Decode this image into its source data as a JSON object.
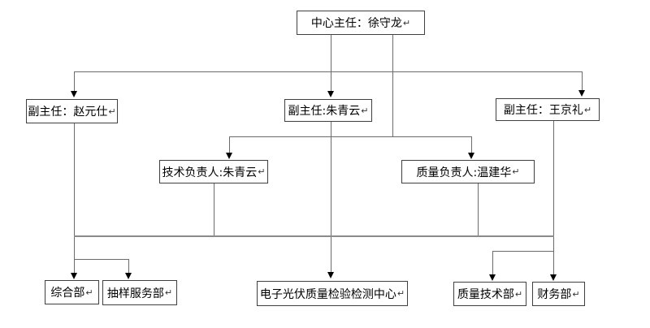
{
  "diagram": {
    "type": "org-chart",
    "background": "#ffffff",
    "colors": {
      "line": "#6b6b6b",
      "bus_line": "#8a8a8a",
      "arrowhead": "#000000",
      "box_border": "#3f3f3f",
      "text": "#000000"
    },
    "marks": {
      "return": "↵"
    },
    "nodes": {
      "director": {
        "label": "中心主任：徐守龙"
      },
      "deputy_zhao": {
        "label": "副主任：赵元仕"
      },
      "deputy_zhu": {
        "label": "副主任:朱青云"
      },
      "deputy_wang": {
        "label": "副主任：王京礼"
      },
      "tech_lead": {
        "label": "技术负责人:朱青云"
      },
      "quality_lead": {
        "label": "质量负责人:温建华"
      },
      "general_dept": {
        "label": "综合部"
      },
      "sampling_dept": {
        "label": "抽样服务部"
      },
      "testing_center": {
        "label": "电子光伏质量检验检测中心"
      },
      "quality_tech_dept": {
        "label": "质量技术部"
      },
      "finance_dept": {
        "label": "财务部"
      }
    },
    "edges": [
      {
        "from": "中心主任：徐守龙",
        "to": "副主任：赵元仕"
      },
      {
        "from": "中心主任：徐守龙",
        "to": "副主任:朱青云"
      },
      {
        "from": "中心主任：徐守龙",
        "to": "副主任：王京礼"
      },
      {
        "from": "中心主任：徐守龙",
        "to": "技术负责人:朱青云"
      },
      {
        "from": "中心主任：徐守龙",
        "to": "质量负责人:温建华"
      },
      {
        "from": "shared-bus",
        "to": "综合部"
      },
      {
        "from": "shared-bus",
        "to": "抽样服务部"
      },
      {
        "from": "shared-bus",
        "to": "电子光伏质量检验检测中心"
      },
      {
        "from": "shared-bus",
        "to": "质量技术部"
      },
      {
        "from": "shared-bus",
        "to": "财务部"
      }
    ]
  }
}
